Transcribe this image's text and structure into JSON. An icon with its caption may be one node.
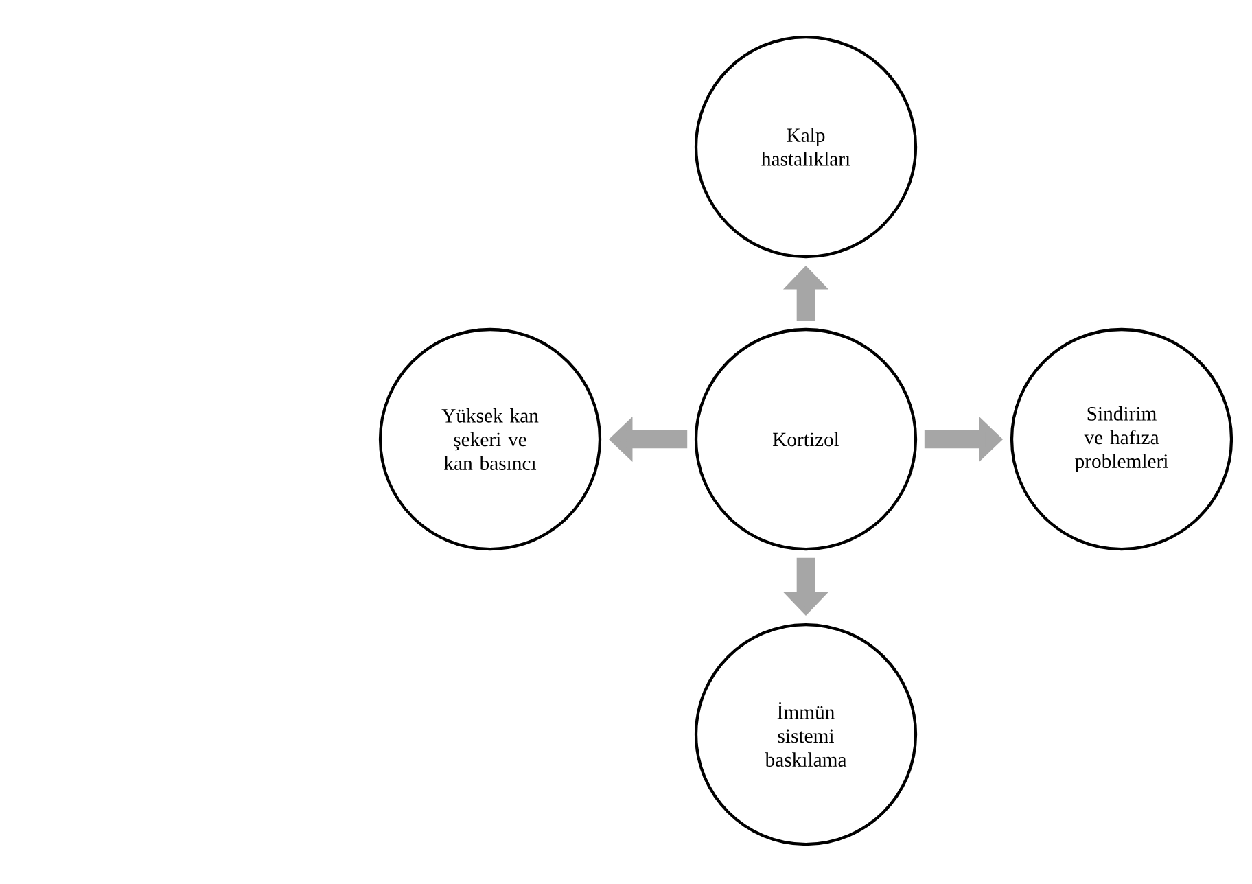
{
  "diagram": {
    "nodes": [
      {
        "text": [
          "Kalp hastalıkları"
        ]
      },
      {
        "text": [
          "Yüksek kan şekeri ve kan basıncı"
        ]
      },
      {
        "text": [
          "Kortizol"
        ]
      },
      {
        "text": [
          "Sindirim ve hafıza problemleri"
        ]
      },
      {
        "text": [
          "İmmün sistemi baskılama"
        ]
      }
    ],
    "edges": [
      {
        "from": 2,
        "to": 0,
        "arrow": "to"
      },
      {
        "from": 2,
        "to": 1,
        "arrow": "to"
      },
      {
        "from": 2,
        "to": 3,
        "arrow": "to"
      },
      {
        "from": 2,
        "to": 4,
        "arrow": "to"
      }
    ]
  }
}
